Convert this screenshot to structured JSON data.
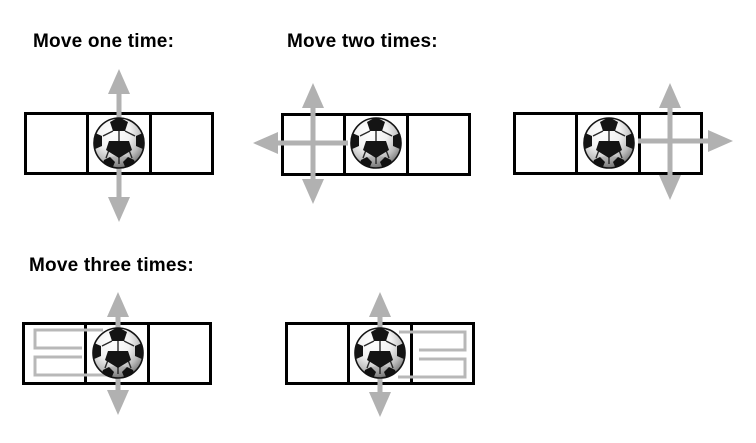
{
  "headings": {
    "one": "Move one time:",
    "two": "Move two times:",
    "three": "Move three times:"
  },
  "colors": {
    "background": "#ffffff",
    "text": "#000000",
    "grid_border": "#000000",
    "arrow_gray": "#b1b1b1",
    "path_gray": "#b8b8b8"
  },
  "icons": {
    "ball": "soccer-ball-icon",
    "vertical_arrow": "arrow-up-down-icon",
    "left_arrow": "arrow-left-icon",
    "right_arrow": "arrow-right-icon",
    "loop_path": "loop-path-icon"
  },
  "figures": [
    {
      "name": "move-one-grid",
      "cells": 3,
      "ball_cell": "middle",
      "arrows": "gray double arrow up and down through the middle cell"
    },
    {
      "name": "move-two-grid-left",
      "cells": 3,
      "ball_cell": "middle",
      "arrows": "gray double arrow up and down through the left cell crossing a gray arrow pointing left out of the grid"
    },
    {
      "name": "move-two-grid-right",
      "cells": 3,
      "ball_cell": "middle",
      "arrows": "gray double arrow up and down through the right cell crossing a gray arrow pointing right out of the grid"
    },
    {
      "name": "move-three-grid-left",
      "cells": 3,
      "ball_cell": "middle",
      "arrows": "gray double arrow up and down through the ball",
      "path_marks": "two gray looping bracket lines through the left cell"
    },
    {
      "name": "move-three-grid-right",
      "cells": 3,
      "ball_cell": "middle",
      "arrows": "gray double arrow up and down through the ball",
      "path_marks": "two gray looping bracket lines through the right cell"
    }
  ]
}
